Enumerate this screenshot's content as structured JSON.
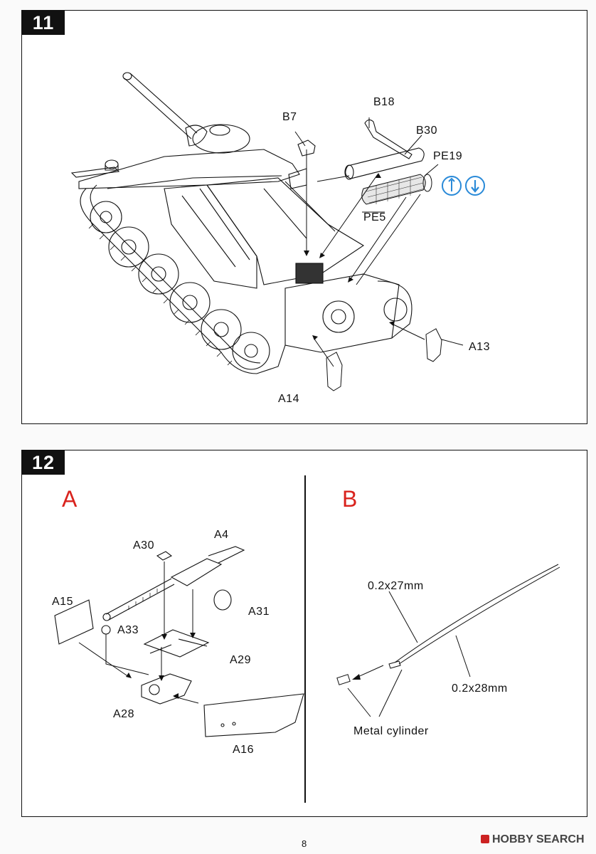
{
  "steps": [
    {
      "number": "11",
      "labels": {
        "b18": "B18",
        "b7": "B7",
        "b30": "B30",
        "pe19": "PE19",
        "pe5": "PE5",
        "a13": "A13",
        "a14": "A14"
      },
      "icons": [
        "bend-icon",
        "apply-glue-icon"
      ]
    },
    {
      "number": "12",
      "sub_a": {
        "letter": "A",
        "labels": {
          "a30": "A30",
          "a4": "A4",
          "a15": "A15",
          "a33": "A33",
          "a31": "A31",
          "a29": "A29",
          "a28": "A28",
          "a16": "A16"
        }
      },
      "sub_b": {
        "letter": "B",
        "labels": {
          "wire1": "0.2x27mm",
          "wire2": "0.2x28mm",
          "cylinder": "Metal cylinder"
        }
      }
    }
  ],
  "page_number": "8",
  "watermark": "HOBBY SEARCH",
  "colors": {
    "accent": "#d9231d",
    "icon_blue": "#2a8ad8"
  }
}
